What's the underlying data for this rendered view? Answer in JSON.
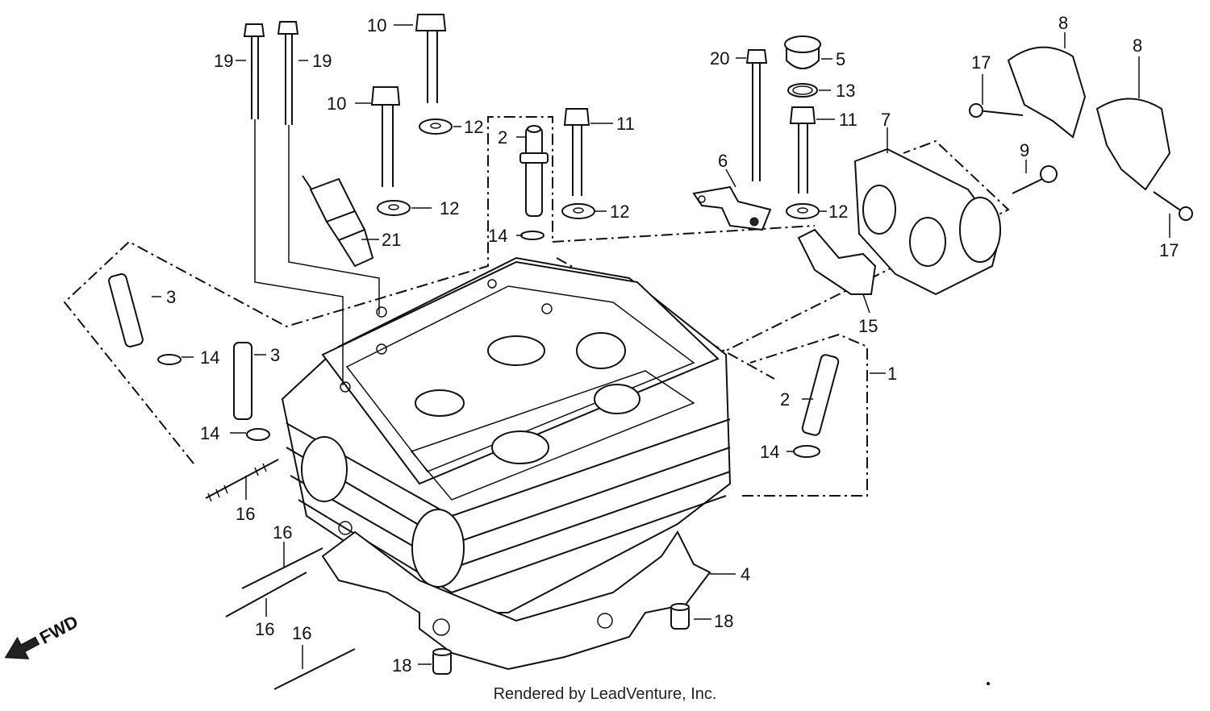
{
  "diagram": {
    "direction_label": "FWD",
    "callouts": [
      {
        "id": "c1",
        "label": "1"
      },
      {
        "id": "c2a",
        "label": "2"
      },
      {
        "id": "c2b",
        "label": "2"
      },
      {
        "id": "c3a",
        "label": "3"
      },
      {
        "id": "c3b",
        "label": "3"
      },
      {
        "id": "c4",
        "label": "4"
      },
      {
        "id": "c5",
        "label": "5"
      },
      {
        "id": "c6",
        "label": "6"
      },
      {
        "id": "c7",
        "label": "7"
      },
      {
        "id": "c8a",
        "label": "8"
      },
      {
        "id": "c8b",
        "label": "8"
      },
      {
        "id": "c9",
        "label": "9"
      },
      {
        "id": "c10a",
        "label": "10"
      },
      {
        "id": "c10b",
        "label": "10"
      },
      {
        "id": "c11a",
        "label": "11"
      },
      {
        "id": "c11b",
        "label": "11"
      },
      {
        "id": "c12a",
        "label": "12"
      },
      {
        "id": "c12b",
        "label": "12"
      },
      {
        "id": "c12c",
        "label": "12"
      },
      {
        "id": "c12d",
        "label": "12"
      },
      {
        "id": "c13",
        "label": "13"
      },
      {
        "id": "c14a",
        "label": "14"
      },
      {
        "id": "c14b",
        "label": "14"
      },
      {
        "id": "c14c",
        "label": "14"
      },
      {
        "id": "c14d",
        "label": "14"
      },
      {
        "id": "c15",
        "label": "15"
      },
      {
        "id": "c16a",
        "label": "16"
      },
      {
        "id": "c16b",
        "label": "16"
      },
      {
        "id": "c16c",
        "label": "16"
      },
      {
        "id": "c16d",
        "label": "16"
      },
      {
        "id": "c17a",
        "label": "17"
      },
      {
        "id": "c17b",
        "label": "17"
      },
      {
        "id": "c18a",
        "label": "18"
      },
      {
        "id": "c18b",
        "label": "18"
      },
      {
        "id": "c19a",
        "label": "19"
      },
      {
        "id": "c19b",
        "label": "19"
      },
      {
        "id": "c20",
        "label": "20"
      },
      {
        "id": "c21",
        "label": "21"
      }
    ]
  },
  "footer": {
    "credit": "Rendered by LeadVenture, Inc."
  }
}
